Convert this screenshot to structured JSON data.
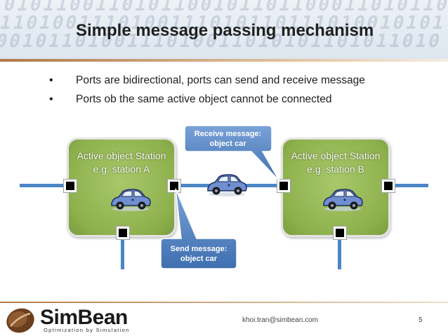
{
  "slide": {
    "title": "Simple message passing mechanism",
    "bullets": [
      "Ports are bidirectional, ports can send and receive message",
      "Ports ob the same active object cannot be connected"
    ]
  },
  "diagram": {
    "station_a": {
      "line1": "Active object Station",
      "line2": "e.g. station A"
    },
    "station_b": {
      "line1": "Active object Station",
      "line2": "e.g. station B"
    },
    "receive_callout": {
      "line1": "Receive message:",
      "line2": "object car"
    },
    "send_callout": {
      "line1": "Send message:",
      "line2": "object car"
    }
  },
  "footer": {
    "logo_name": "SimBean",
    "logo_tagline": "Optimization by Simulation",
    "email": "khoi.tran@simbean.com",
    "page_number": "5"
  },
  "colors": {
    "station_fill": "#8db04c",
    "wire": "#4a86c6",
    "callout": "#4f81bd",
    "accent": "#b07a4a"
  },
  "icons": [
    "car-icon",
    "port-icon",
    "simbean-logo-icon"
  ]
}
